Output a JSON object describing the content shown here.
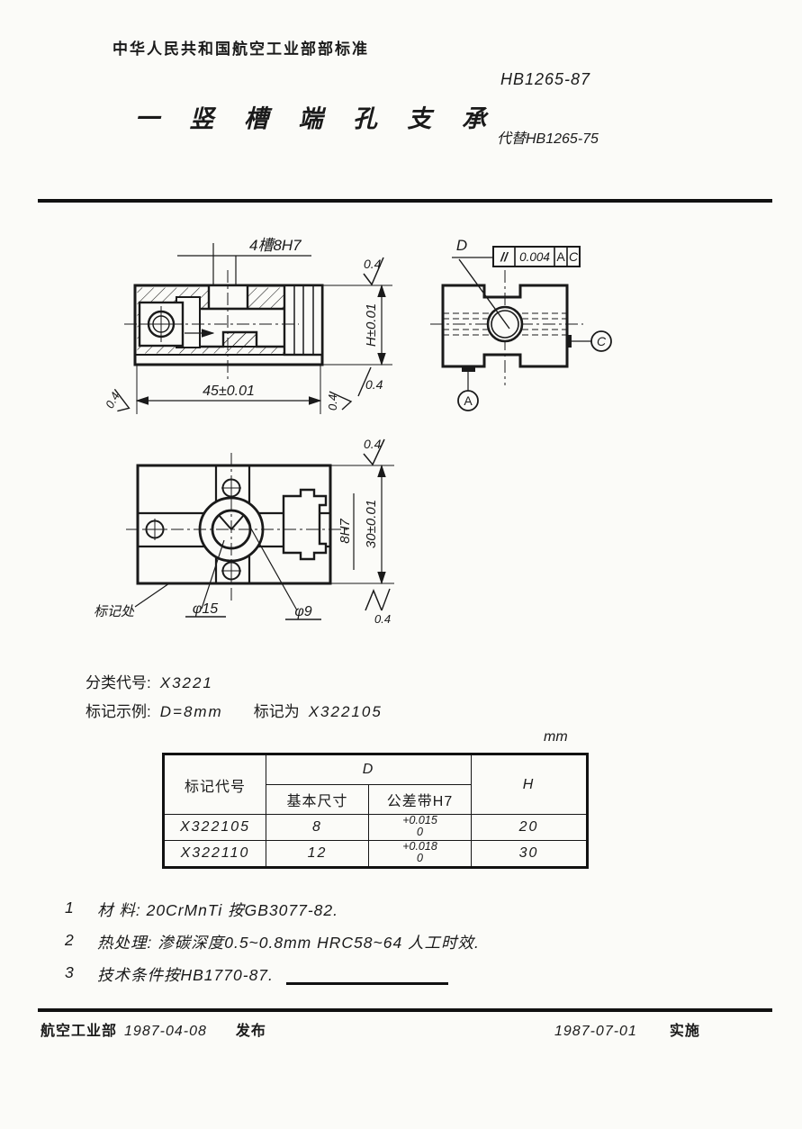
{
  "header": {
    "ministry_title": "中华人民共和国航空工业部部标准",
    "standard_number": "HB1265-87",
    "doc_title": "一 竖 槽 端 孔 支 承",
    "replaces": "代替HB1265-75"
  },
  "views": {
    "section_view": {
      "slot_label": "4槽8H7",
      "width_dim": "45±0.01",
      "height_dim": "H±0.01",
      "finish_top_right": "0.4",
      "finish_right_rotated": "0.4",
      "finish_bottom_right": "0.4",
      "finish_left": "0.4"
    },
    "side_view": {
      "hole_label": "D",
      "fcf_symbol": "//",
      "fcf_value": "0.004",
      "fcf_datum_1": "A",
      "fcf_datum_2": "C",
      "datum_a": "A",
      "datum_c": "C"
    },
    "front_view": {
      "marking_label": "标记处",
      "dia_outer": "φ15",
      "dia_inner": "φ9",
      "slot_dim": "8H7",
      "height_dim": "30±0.01",
      "finish_top": "0.4",
      "finish_bottom": "0.4"
    }
  },
  "classification": {
    "code_label": "分类代号:",
    "code_value": "X3221",
    "example_label": "标记示例:",
    "example_condition": "D=8mm",
    "example_marked_as": "标记为",
    "example_code": "X322105"
  },
  "table": {
    "unit": "mm",
    "header_code": "标记代号",
    "header_d": "D",
    "header_basic": "基本尺寸",
    "header_tolerance": "公差带H7",
    "header_h": "H",
    "rows": [
      {
        "code": "X322105",
        "basic": "8",
        "tol_upper": "+0.015",
        "tol_lower": "0",
        "h": "20"
      },
      {
        "code": "X322110",
        "basic": "12",
        "tol_upper": "+0.018",
        "tol_lower": "0",
        "h": "30"
      }
    ]
  },
  "notes": [
    {
      "num": "1",
      "text": "材 料: 20CrMnTi 按GB3077-82."
    },
    {
      "num": "2",
      "text": "热处理: 渗碳深度0.5~0.8mm   HRC58~64   人工时效."
    },
    {
      "num": "3",
      "text": "技术条件按HB1770-87."
    }
  ],
  "footer": {
    "issuer": "航空工业部",
    "issue_date": "1987-04-08",
    "issue_label": "发布",
    "effective_date": "1987-07-01",
    "effective_label": "实施"
  }
}
